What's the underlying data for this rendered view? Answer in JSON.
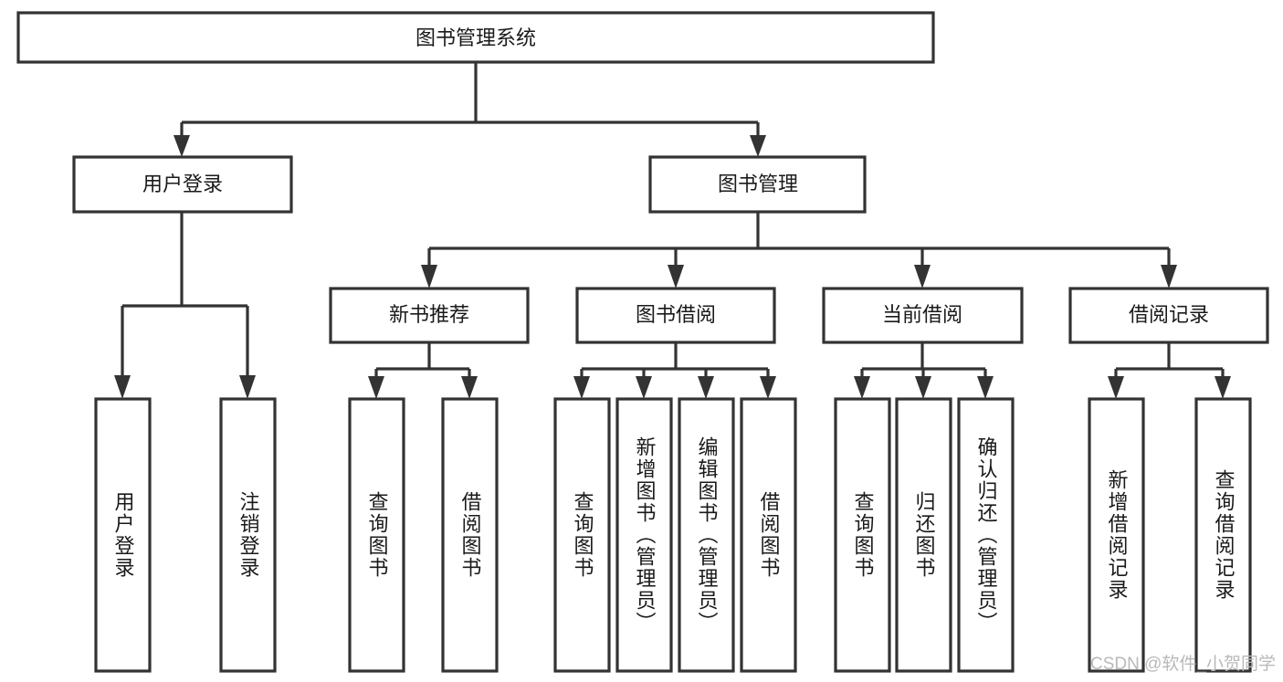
{
  "diagram": {
    "title": "图书管理系统",
    "watermark": "CSDN @软件_小贺同学",
    "colors": {
      "stroke": "#333333",
      "fill": "#ffffff",
      "text": "#1a1a1a",
      "watermark": "#b9b9b9"
    },
    "levels": {
      "root": {
        "label": "图书管理系统"
      },
      "level2": [
        {
          "label": "用户登录"
        },
        {
          "label": "图书管理"
        }
      ],
      "level3": [
        {
          "label": "新书推荐"
        },
        {
          "label": "图书借阅"
        },
        {
          "label": "当前借阅"
        },
        {
          "label": "借阅记录"
        }
      ],
      "leaves": {
        "user_login": [
          {
            "label": "用户登录"
          },
          {
            "label": "注销登录"
          }
        ],
        "new_book_recommend": [
          {
            "label": "查询图书"
          },
          {
            "label": "借阅图书"
          }
        ],
        "book_borrow": [
          {
            "label": "查询图书"
          },
          {
            "label": "新增图书（管理员）"
          },
          {
            "label": "编辑图书（管理员）"
          },
          {
            "label": "借阅图书"
          }
        ],
        "current_borrow": [
          {
            "label": "查询图书"
          },
          {
            "label": "归还图书"
          },
          {
            "label": "确认归还（管理员）"
          }
        ],
        "borrow_records": [
          {
            "label": "新增借阅记录"
          },
          {
            "label": "查询借阅记录"
          }
        ]
      }
    }
  }
}
